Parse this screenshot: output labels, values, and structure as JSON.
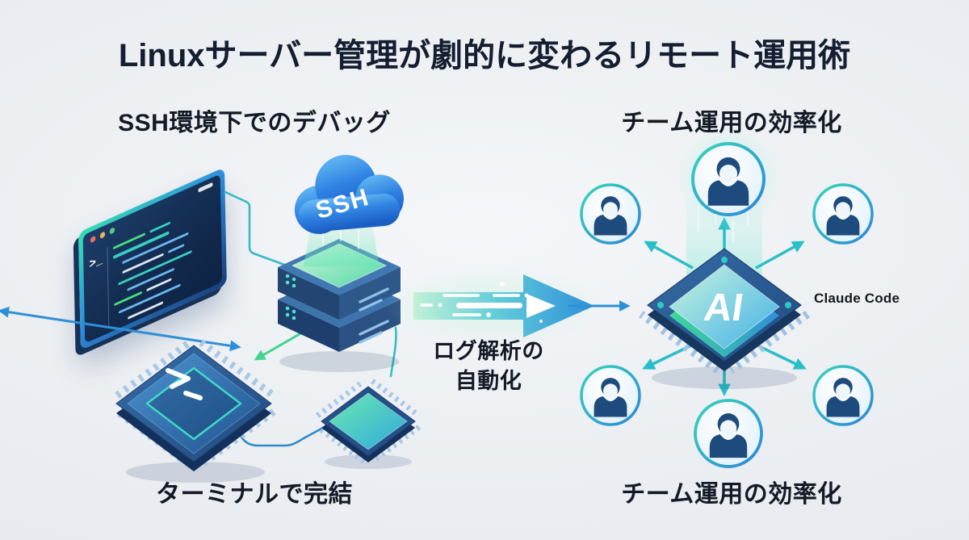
{
  "title": "Linuxサーバー管理が劇的に変わるリモート運用術",
  "labels": {
    "ssh_debug": "SSH環境下でのデバッグ",
    "team_top": "チーム運用の効率化",
    "terminal_done": "ターミナルで完結",
    "team_bottom": "チーム運用の効率化"
  },
  "center_arrow": {
    "line1": "ログ解析の",
    "line2": "自動化"
  },
  "cloud_label": "SSH",
  "ai_chip": {
    "label": "AI",
    "caption": "Claude Code"
  },
  "icons": {
    "terminal_prompt": ">_",
    "chip_prompt": ">_",
    "ssh_cloud": "cloud",
    "server_stack": "server",
    "cpu_chip": "chip",
    "small_chip": "chip",
    "ai_chip": "chip",
    "user_avatar": "person",
    "flow_arrow": "arrow-right"
  },
  "colors": {
    "background": "#eaedf1",
    "title_text": "#151d31",
    "teal_accent": "#2abfc8",
    "green_accent": "#3fd68f",
    "blue_accent": "#2e8fd8",
    "navy": "#16335c",
    "mint_glow": "#7ee8b8",
    "avatar_person": "#1d4b7e"
  }
}
